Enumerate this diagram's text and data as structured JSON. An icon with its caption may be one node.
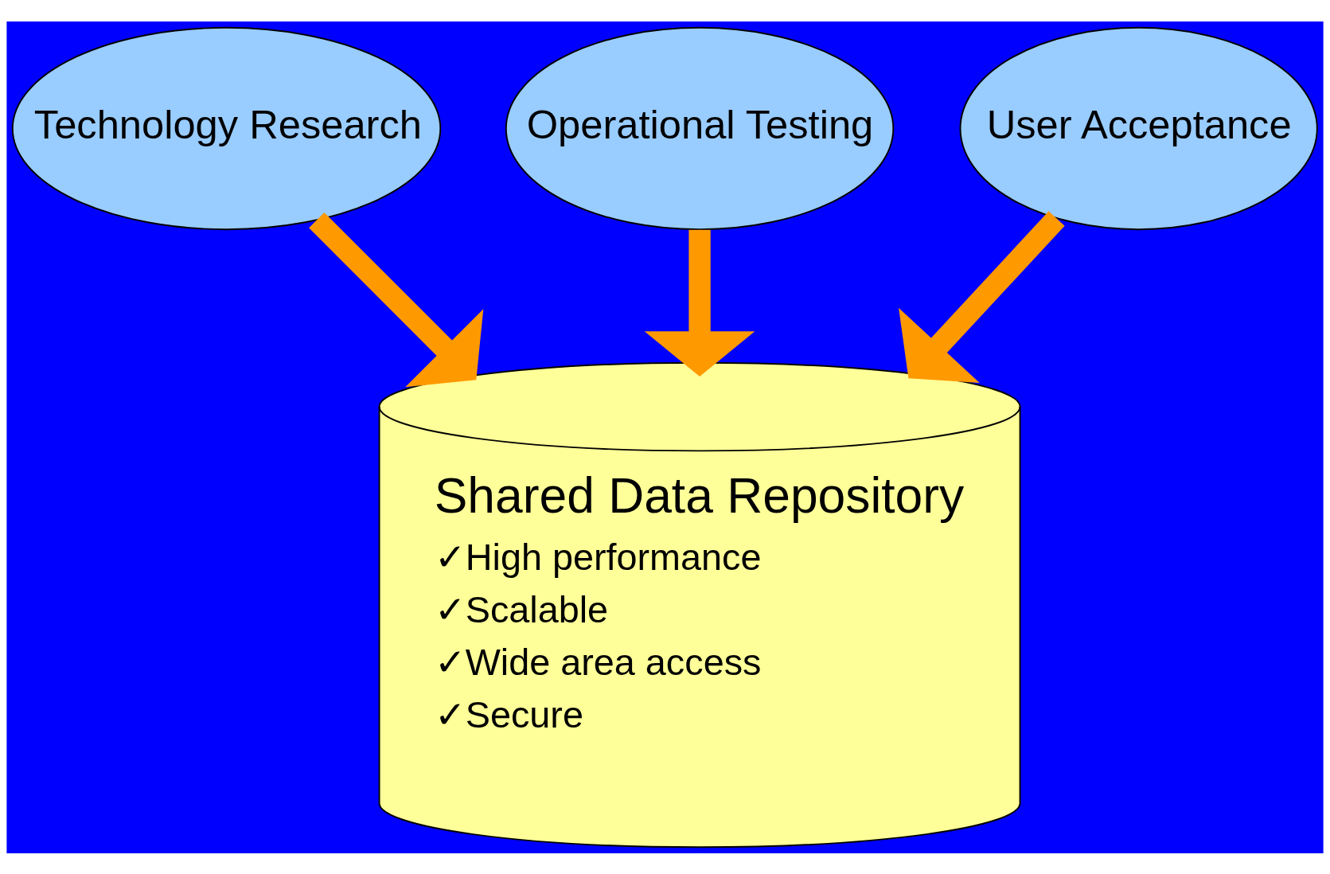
{
  "diagram": {
    "nodes": [
      {
        "text": [
          "Technology Research"
        ]
      },
      {
        "text": [
          "Operational Testing"
        ]
      },
      {
        "text": [
          "User Acceptance"
        ]
      },
      {
        "text": [
          "Shared Data Repository",
          "✓High performance",
          "✓Scalable",
          "✓Wide area access",
          "✓Secure"
        ]
      }
    ],
    "edges": [
      {
        "from": 0,
        "to": 3,
        "arrow": "to"
      },
      {
        "from": 1,
        "to": 3,
        "arrow": "to"
      },
      {
        "from": 2,
        "to": 3,
        "arrow": "to"
      }
    ]
  }
}
